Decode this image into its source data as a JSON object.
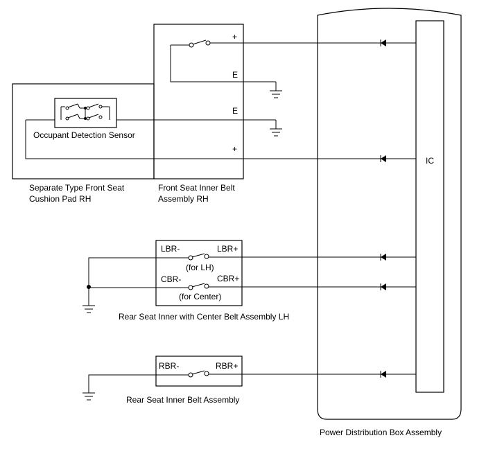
{
  "power_box": {
    "label": "Power Distribution Box Assembly",
    "ic_label": "IC"
  },
  "front_belt": {
    "label_line1": "Front Seat Inner Belt",
    "label_line2": "Assembly RH",
    "terminal_top_plus": "+",
    "terminal_top_e": "E",
    "terminal_sensor_e": "E",
    "terminal_sensor_plus": "+"
  },
  "cushion_pad": {
    "label_line1": "Separate Type Front Seat",
    "label_line2": "Cushion Pad RH",
    "sensor_label": "Occupant Detection Sensor"
  },
  "rear_lh": {
    "label": "Rear Seat Inner with Center Belt Assembly LH",
    "lbr_minus": "LBR-",
    "lbr_plus": "LBR+",
    "for_lh": "(for LH)",
    "cbr_minus": "CBR-",
    "cbr_plus": "CBR+",
    "for_center": "(for Center)"
  },
  "rear_rh": {
    "label": "Rear Seat Inner Belt Assembly",
    "rbr_minus": "RBR-",
    "rbr_plus": "RBR+"
  }
}
